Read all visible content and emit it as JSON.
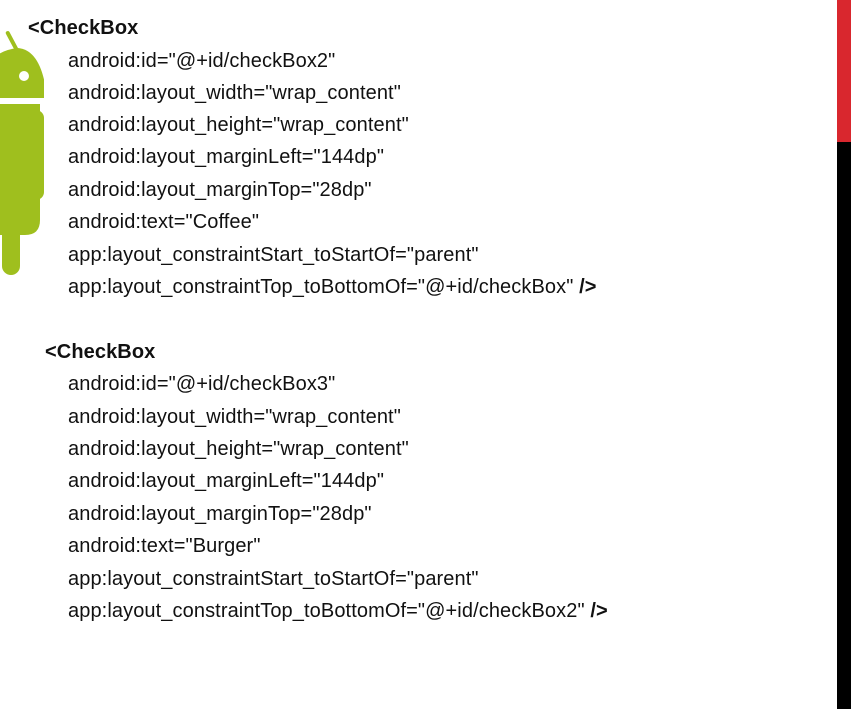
{
  "colors": {
    "logo_green": "#9fbf1e",
    "bar_red": "#d9272e",
    "bar_black": "#000000",
    "text": "#111111"
  },
  "logo": {
    "icon": "android-robot-icon"
  },
  "blocks": [
    {
      "tag": "<CheckBox",
      "attributes": [
        "android:id=\"@+id/checkBox2\"",
        "android:layout_width=\"wrap_content\"",
        "android:layout_height=\"wrap_content\"",
        "android:layout_marginLeft=\"144dp\"",
        "android:layout_marginTop=\"28dp\"",
        "android:text=\"Coffee\"",
        "app:layout_constraintStart_toStartOf=\"parent\""
      ],
      "last_attribute": "app:layout_constraintTop_toBottomOf=\"@+id/checkBox\"",
      "close": "/>"
    },
    {
      "tag": "<CheckBox",
      "attributes": [
        "android:id=\"@+id/checkBox3\"",
        "android:layout_width=\"wrap_content\"",
        "android:layout_height=\"wrap_content\"",
        "android:layout_marginLeft=\"144dp\"",
        "android:layout_marginTop=\"28dp\"",
        "android:text=\"Burger\"",
        "app:layout_constraintStart_toStartOf=\"parent\""
      ],
      "last_attribute": "app:layout_constraintTop_toBottomOf=\"@+id/checkBox2\"",
      "close": "/>"
    }
  ]
}
